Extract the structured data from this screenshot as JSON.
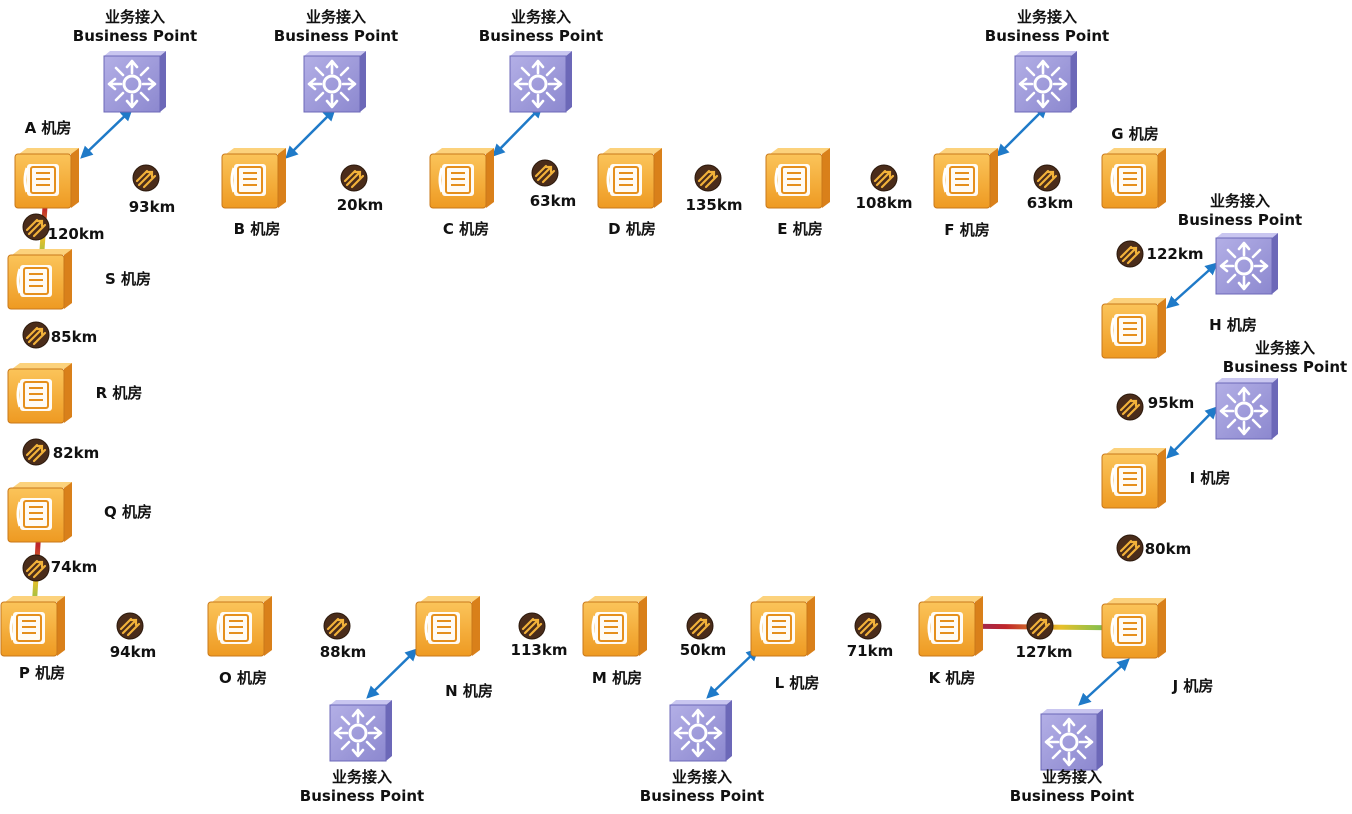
{
  "rooms": {
    "A": "A 机房",
    "B": "B 机房",
    "C": "C 机房",
    "D": "D 机房",
    "E": "E 机房",
    "F": "F 机房",
    "G": "G 机房",
    "H": "H 机房",
    "I": "I 机房",
    "J": "J 机房",
    "K": "K 机房",
    "L": "L 机房",
    "M": "M 机房",
    "N": "N 机房",
    "O": "O 机房",
    "P": "P 机房",
    "Q": "Q 机房",
    "R": "R 机房",
    "S": "S 机房"
  },
  "business_point": {
    "cn": "业务接入",
    "en": "Business Point"
  },
  "links": [
    {
      "from": "A",
      "to": "B",
      "distance": "93km"
    },
    {
      "from": "B",
      "to": "C",
      "distance": "20km"
    },
    {
      "from": "C",
      "to": "D",
      "distance": "63km"
    },
    {
      "from": "D",
      "to": "E",
      "distance": "135km"
    },
    {
      "from": "E",
      "to": "F",
      "distance": "108km"
    },
    {
      "from": "F",
      "to": "G",
      "distance": "63km"
    },
    {
      "from": "G",
      "to": "H",
      "distance": "122km"
    },
    {
      "from": "H",
      "to": "I",
      "distance": "95km"
    },
    {
      "from": "I",
      "to": "J",
      "distance": "80km"
    },
    {
      "from": "J",
      "to": "K",
      "distance": "127km"
    },
    {
      "from": "K",
      "to": "L",
      "distance": "71km"
    },
    {
      "from": "L",
      "to": "M",
      "distance": "50km"
    },
    {
      "from": "M",
      "to": "N",
      "distance": "113km"
    },
    {
      "from": "N",
      "to": "O",
      "distance": "88km"
    },
    {
      "from": "O",
      "to": "P",
      "distance": "94km"
    },
    {
      "from": "P",
      "to": "Q",
      "distance": "74km"
    },
    {
      "from": "Q",
      "to": "R",
      "distance": "82km"
    },
    {
      "from": "R",
      "to": "S",
      "distance": "85km"
    },
    {
      "from": "S",
      "to": "A",
      "distance": "120km"
    }
  ],
  "business_access_rooms": [
    "A",
    "B",
    "C",
    "F",
    "H",
    "I",
    "J",
    "L",
    "N"
  ],
  "colors": {
    "room_fill": "#f3a52c",
    "room_dark": "#d9801a",
    "bp_fill": "#9b96d8",
    "bp_dark": "#6c68b8",
    "connector": "#1f7ac8",
    "amplifier": "#4a2c1a"
  }
}
